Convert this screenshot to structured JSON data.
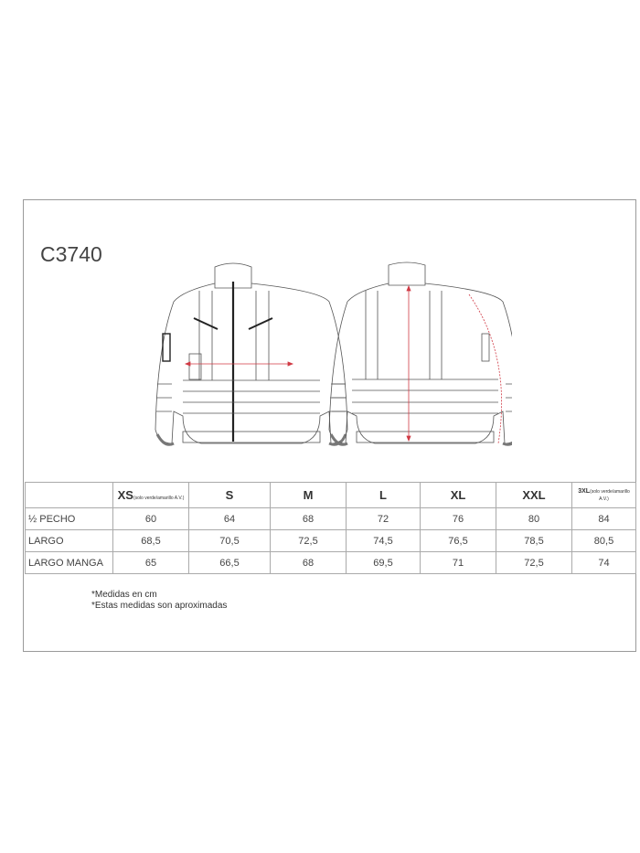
{
  "model_code": "C3740",
  "table": {
    "headers": [
      {
        "size": "XS",
        "note": "(solo verde/amarillo A.V.)"
      },
      {
        "size": "S",
        "note": ""
      },
      {
        "size": "M",
        "note": ""
      },
      {
        "size": "L",
        "note": ""
      },
      {
        "size": "XL",
        "note": ""
      },
      {
        "size": "XXL",
        "note": ""
      },
      {
        "size": "3XL",
        "note": "(solo verde/amarillo A.V.)"
      }
    ],
    "rows": [
      {
        "label": "½ PECHO",
        "values": [
          "60",
          "64",
          "68",
          "72",
          "76",
          "80",
          "84"
        ]
      },
      {
        "label": "LARGO",
        "values": [
          "68,5",
          "70,5",
          "72,5",
          "74,5",
          "76,5",
          "78,5",
          "80,5"
        ]
      },
      {
        "label": "LARGO MANGA",
        "values": [
          "65",
          "66,5",
          "68",
          "69,5",
          "71",
          "72,5",
          "74"
        ]
      }
    ]
  },
  "notes": [
    "*Medidas en cm",
    "*Estas medidas son aproximadas"
  ],
  "colors": {
    "measure_arrow": "#d03a45",
    "outline": "#555555"
  }
}
